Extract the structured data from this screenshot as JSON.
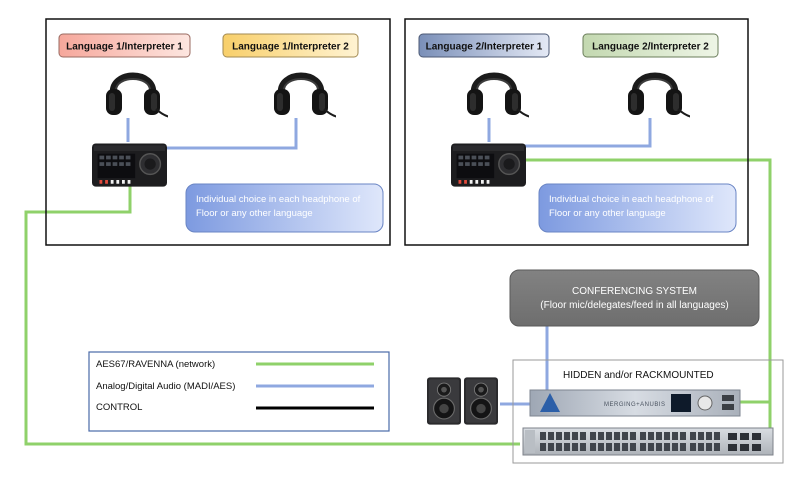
{
  "booths": [
    {
      "interpreters": [
        "Language 1/Interpreter 1",
        "Language 1/Interpreter  2"
      ],
      "info": [
        "Individual choice in each headphone of",
        "Floor or any other language"
      ]
    },
    {
      "interpreters": [
        "Language 2/Interpreter 1",
        "Language 2/Interpreter  2"
      ],
      "info": [
        "Individual choice in each headphone of",
        "Floor or any other language"
      ]
    }
  ],
  "conferencing": {
    "title": "CONFERENCING SYSTEM",
    "subtitle": "(Floor mic/delegates/feed in all languages)"
  },
  "rack": {
    "title": "HIDDEN and/or RACKMOUNTED",
    "device_brand": "MERGING+ANUBIS"
  },
  "legend": [
    {
      "label": "AES67/RAVENNA (network)",
      "color": "#8fd16a"
    },
    {
      "label": "Analog/Digital Audio (MADI/AES)",
      "color": "#8fa8e0"
    },
    {
      "label": "CONTROL",
      "color": "#000000"
    }
  ],
  "colors": {
    "network": "#8fd16a",
    "audio": "#8fa8e0",
    "control": "#000000"
  }
}
